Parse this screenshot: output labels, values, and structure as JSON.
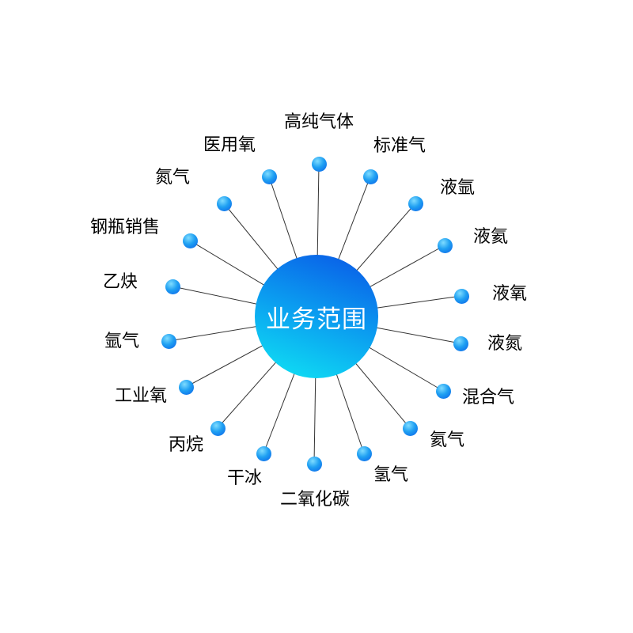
{
  "center": {
    "title": "业务范围",
    "color": "#0a6fe8"
  },
  "nodes": [
    {
      "label": "高纯气体"
    },
    {
      "label": "标准气"
    },
    {
      "label": "液氩"
    },
    {
      "label": "液氦"
    },
    {
      "label": "液氧"
    },
    {
      "label": "液氮"
    },
    {
      "label": "混合气"
    },
    {
      "label": "氦气"
    },
    {
      "label": "氢气"
    },
    {
      "label": "二氧化碳"
    },
    {
      "label": "干冰"
    },
    {
      "label": "丙烷"
    },
    {
      "label": "工业氧"
    },
    {
      "label": "氩气"
    },
    {
      "label": "乙炔"
    },
    {
      "label": "钢瓶销售"
    },
    {
      "label": "氮气"
    },
    {
      "label": "医用氧"
    }
  ],
  "colors": {
    "spoke": "#333333",
    "label": "#000000"
  }
}
